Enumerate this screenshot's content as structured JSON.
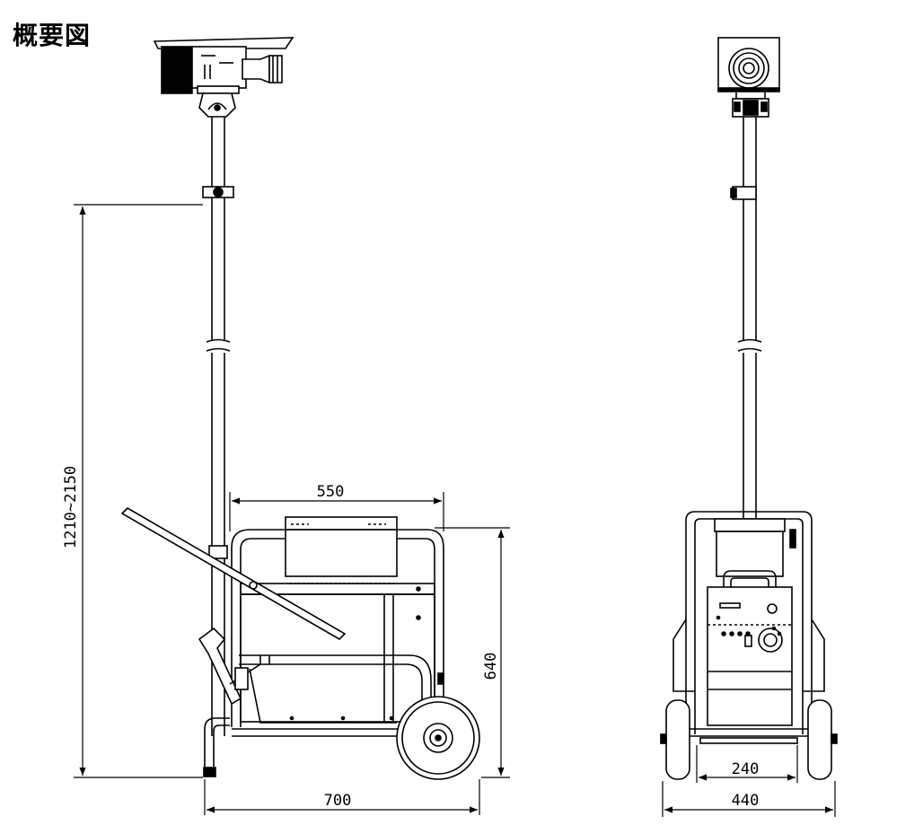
{
  "title": "概要図",
  "dimensions": {
    "side_height": "1210~2150",
    "side_top_width": "550",
    "side_base_width": "700",
    "side_body_height": "640",
    "front_inner_width": "240",
    "front_total_width": "440"
  },
  "colors": {
    "line": "#000000",
    "background": "#ffffff"
  }
}
